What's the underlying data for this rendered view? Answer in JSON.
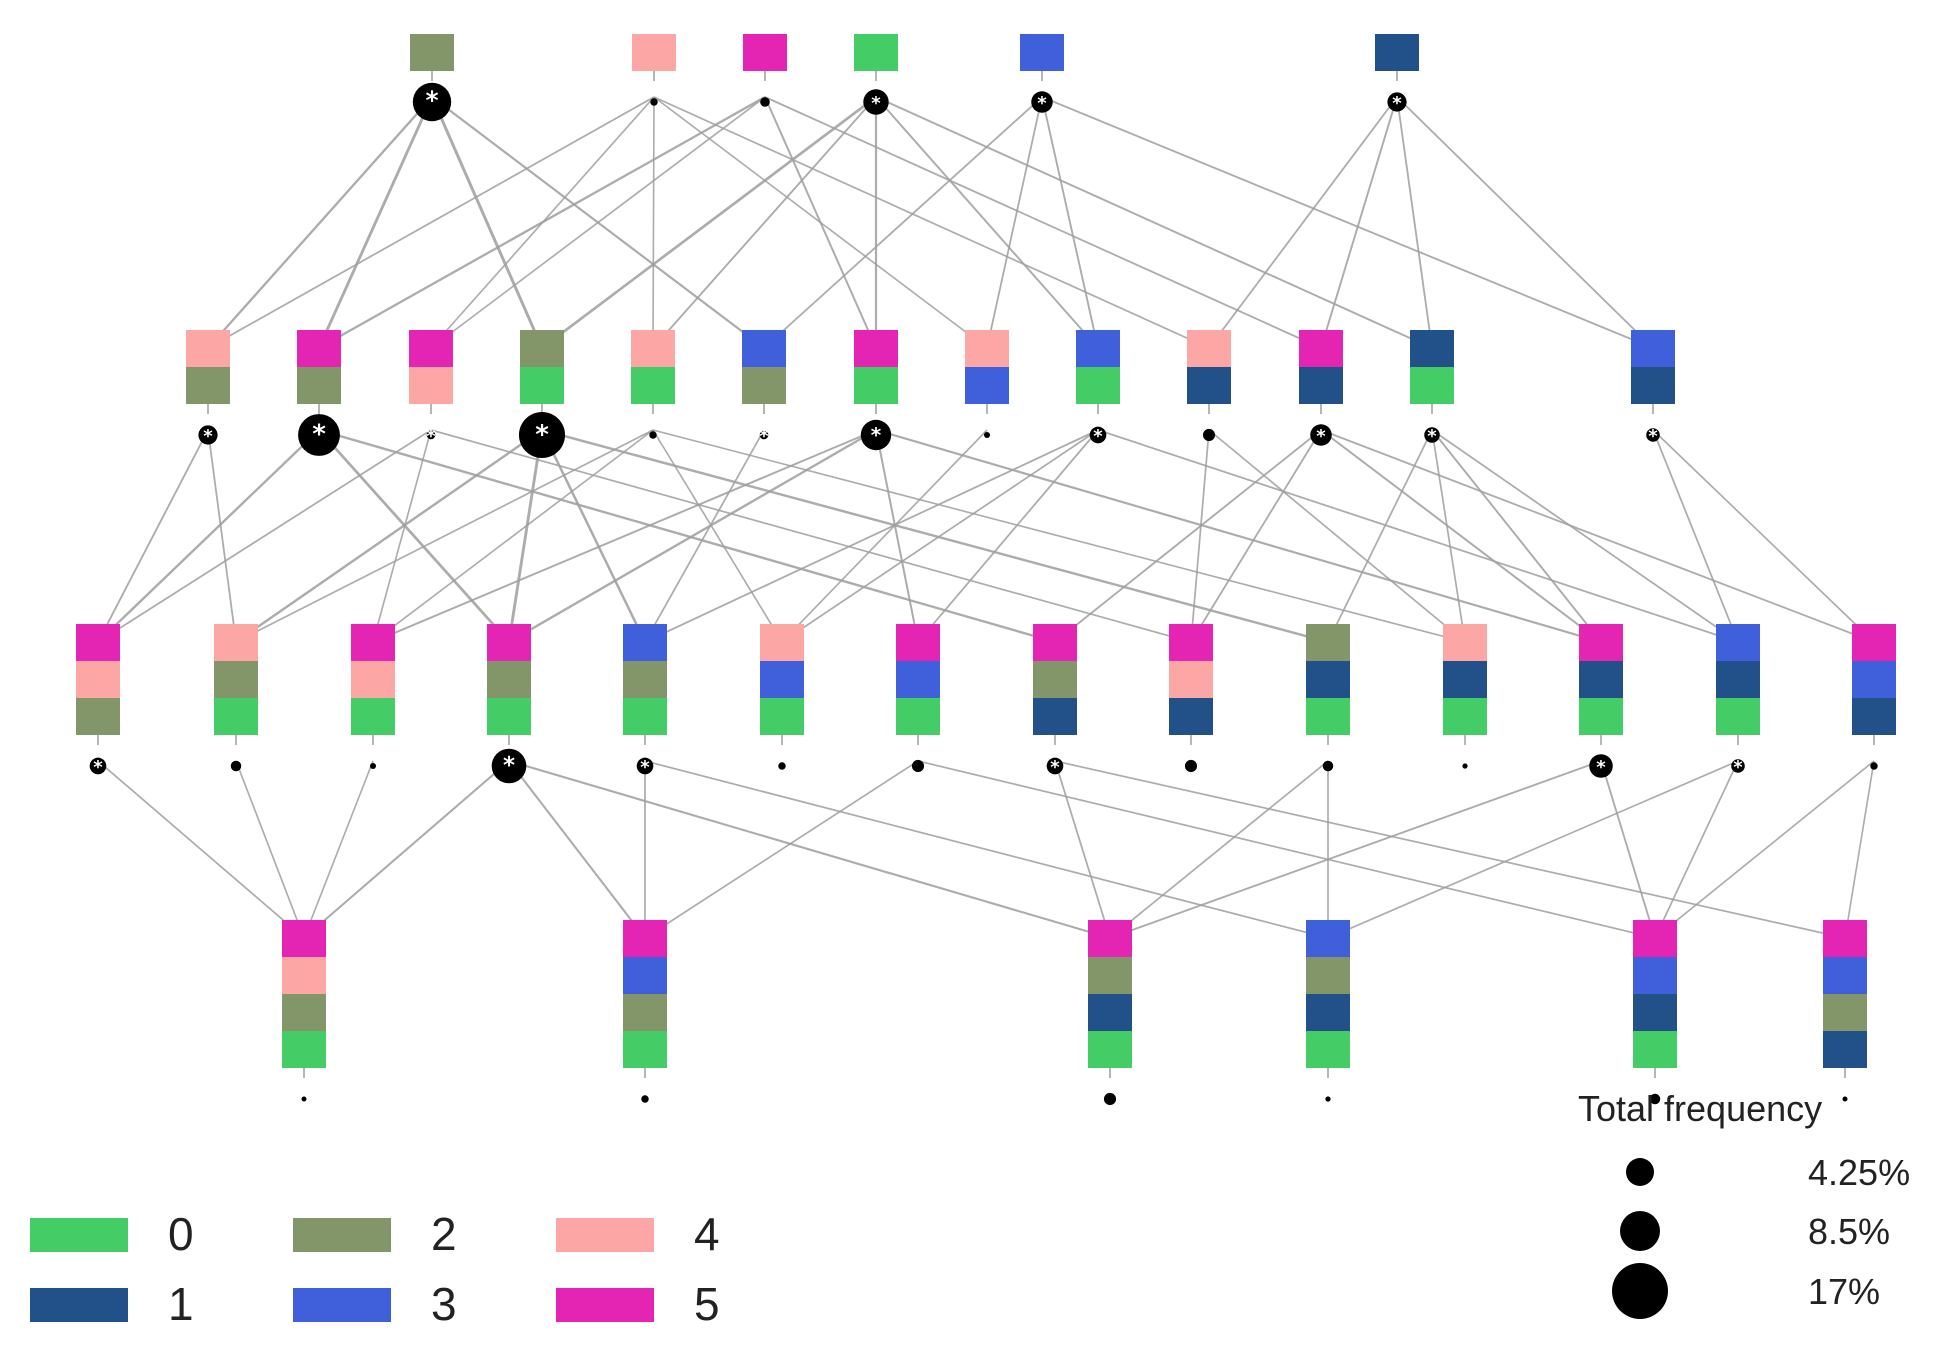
{
  "category_colors": {
    "0": "#44cc66",
    "1": "#225088",
    "2": "#839669",
    "3": "#3f5fdb",
    "4": "#fca6a6",
    "5": "#e424b2"
  },
  "edge_color": "#9e9e9e",
  "marker_label": "*",
  "legend": {
    "categories": [
      "0",
      "1",
      "2",
      "3",
      "4",
      "5"
    ],
    "size_title": "Total frequency",
    "size_labels": [
      "4.25%",
      "8.5%",
      "17%"
    ]
  },
  "chart_data": {
    "type": "lattice",
    "levels": [
      [
        {
          "id": "2",
          "stack": [
            "2"
          ],
          "freq": 8.0,
          "star": true
        },
        {
          "id": "4",
          "stack": [
            "4"
          ],
          "freq": 0.3,
          "star": false
        },
        {
          "id": "5",
          "stack": [
            "5"
          ],
          "freq": 0.5,
          "star": false
        },
        {
          "id": "0",
          "stack": [
            "0"
          ],
          "freq": 3.5,
          "star": true
        },
        {
          "id": "3",
          "stack": [
            "3"
          ],
          "freq": 2.5,
          "star": true
        },
        {
          "id": "1",
          "stack": [
            "1"
          ],
          "freq": 2.0,
          "star": true
        }
      ],
      [
        {
          "id": "24",
          "stack": [
            "4",
            "2"
          ],
          "freq": 2.0,
          "star": true
        },
        {
          "id": "25",
          "stack": [
            "5",
            "2"
          ],
          "freq": 9.5,
          "star": true
        },
        {
          "id": "45",
          "stack": [
            "5",
            "4"
          ],
          "freq": 0.4,
          "star": true
        },
        {
          "id": "02",
          "stack": [
            "2",
            "0"
          ],
          "freq": 11.5,
          "star": true
        },
        {
          "id": "04",
          "stack": [
            "4",
            "0"
          ],
          "freq": 0.3,
          "star": false
        },
        {
          "id": "23",
          "stack": [
            "3",
            "2"
          ],
          "freq": 0.4,
          "star": true
        },
        {
          "id": "05",
          "stack": [
            "5",
            "0"
          ],
          "freq": 5.0,
          "star": true
        },
        {
          "id": "34",
          "stack": [
            "4",
            "3"
          ],
          "freq": 0.2,
          "star": false
        },
        {
          "id": "03",
          "stack": [
            "3",
            "0"
          ],
          "freq": 1.5,
          "star": true
        },
        {
          "id": "14",
          "stack": [
            "4",
            "1"
          ],
          "freq": 0.8,
          "star": false
        },
        {
          "id": "15",
          "stack": [
            "5",
            "1"
          ],
          "freq": 2.5,
          "star": true
        },
        {
          "id": "01",
          "stack": [
            "1",
            "0"
          ],
          "freq": 1.3,
          "star": true
        },
        {
          "id": "13",
          "stack": [
            "3",
            "1"
          ],
          "freq": 1.0,
          "star": true
        }
      ],
      [
        {
          "id": "245",
          "stack": [
            "5",
            "4",
            "2"
          ],
          "freq": 1.5,
          "star": true
        },
        {
          "id": "024",
          "stack": [
            "4",
            "2",
            "0"
          ],
          "freq": 0.6,
          "star": false
        },
        {
          "id": "045",
          "stack": [
            "5",
            "4",
            "0"
          ],
          "freq": 0.2,
          "star": false
        },
        {
          "id": "025",
          "stack": [
            "5",
            "2",
            "0"
          ],
          "freq": 6.5,
          "star": true
        },
        {
          "id": "023",
          "stack": [
            "3",
            "2",
            "0"
          ],
          "freq": 1.5,
          "star": true
        },
        {
          "id": "034",
          "stack": [
            "4",
            "3",
            "0"
          ],
          "freq": 0.3,
          "star": false
        },
        {
          "id": "035",
          "stack": [
            "5",
            "3",
            "0"
          ],
          "freq": 0.8,
          "star": false
        },
        {
          "id": "125",
          "stack": [
            "5",
            "2",
            "1"
          ],
          "freq": 1.5,
          "star": true
        },
        {
          "id": "145",
          "stack": [
            "5",
            "4",
            "1"
          ],
          "freq": 0.8,
          "star": false
        },
        {
          "id": "012",
          "stack": [
            "2",
            "1",
            "0"
          ],
          "freq": 0.6,
          "star": false
        },
        {
          "id": "014",
          "stack": [
            "4",
            "1",
            "0"
          ],
          "freq": 0.15,
          "star": false
        },
        {
          "id": "015",
          "stack": [
            "5",
            "1",
            "0"
          ],
          "freq": 3.0,
          "star": true
        },
        {
          "id": "013",
          "stack": [
            "3",
            "1",
            "0"
          ],
          "freq": 1.0,
          "star": true
        },
        {
          "id": "135",
          "stack": [
            "5",
            "3",
            "1"
          ],
          "freq": 0.3,
          "star": false
        }
      ],
      [
        {
          "id": "0245",
          "stack": [
            "5",
            "4",
            "2",
            "0"
          ],
          "freq": 0.1,
          "star": false
        },
        {
          "id": "0235",
          "stack": [
            "5",
            "3",
            "2",
            "0"
          ],
          "freq": 0.3,
          "star": false
        },
        {
          "id": "0125",
          "stack": [
            "5",
            "2",
            "1",
            "0"
          ],
          "freq": 0.8,
          "star": false
        },
        {
          "id": "0123",
          "stack": [
            "3",
            "2",
            "1",
            "0"
          ],
          "freq": 0.15,
          "star": false
        },
        {
          "id": "0135",
          "stack": [
            "5",
            "3",
            "1",
            "0"
          ],
          "freq": 0.6,
          "star": false
        },
        {
          "id": "1235",
          "stack": [
            "5",
            "3",
            "2",
            "1"
          ],
          "freq": 0.1,
          "star": false
        }
      ]
    ]
  }
}
